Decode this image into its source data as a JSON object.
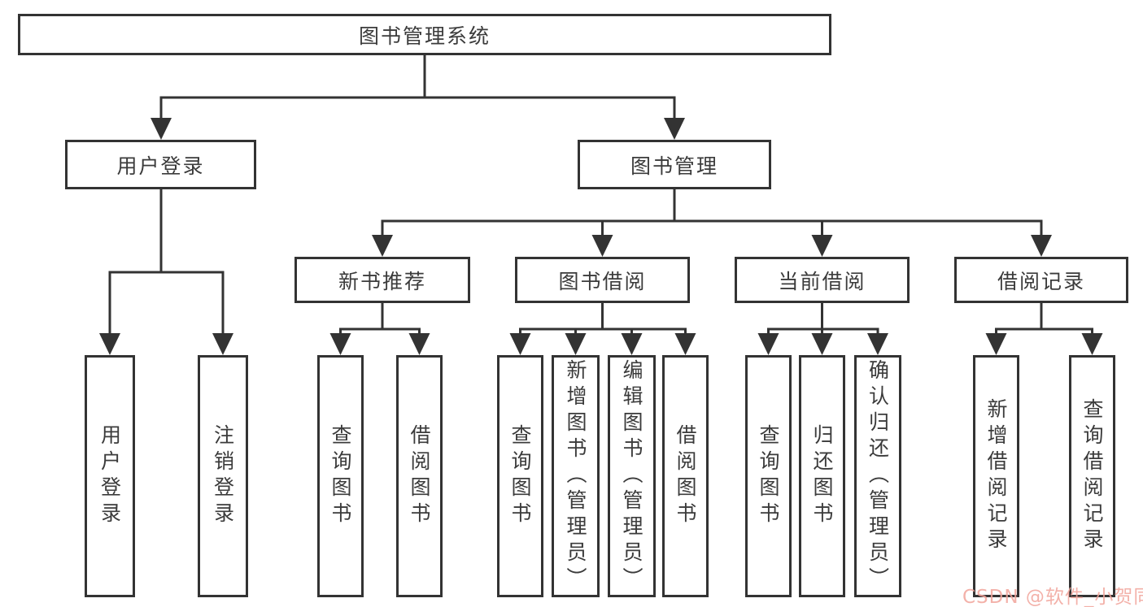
{
  "diagram": {
    "title_node": "图书管理系统",
    "branches": [
      {
        "label": "用户登录",
        "children": [
          {
            "label": "用户登录"
          },
          {
            "label": "注销登录"
          }
        ]
      },
      {
        "label": "图书管理",
        "children": [
          {
            "label": "新书推荐",
            "children": [
              {
                "label": "查询图书"
              },
              {
                "label": "借阅图书"
              }
            ]
          },
          {
            "label": "图书借阅",
            "children": [
              {
                "label": "查询图书"
              },
              {
                "label": "新增图书（管理员）"
              },
              {
                "label": "编辑图书（管理员）"
              },
              {
                "label": "借阅图书"
              }
            ]
          },
          {
            "label": "当前借阅",
            "children": [
              {
                "label": "查询图书"
              },
              {
                "label": "归还图书"
              },
              {
                "label": "确认归还（管理员）"
              }
            ]
          },
          {
            "label": "借阅记录",
            "children": [
              {
                "label": "新增借阅记录"
              },
              {
                "label": "查询借阅记录"
              }
            ]
          }
        ]
      }
    ]
  },
  "watermark": {
    "text": "CSDN @软件_小贺同学",
    "color": "#F2A49B"
  },
  "colors": {
    "line": "#333333",
    "box_border": "#333333",
    "text": "#3B3B3B",
    "background": "#FFFFFF"
  }
}
